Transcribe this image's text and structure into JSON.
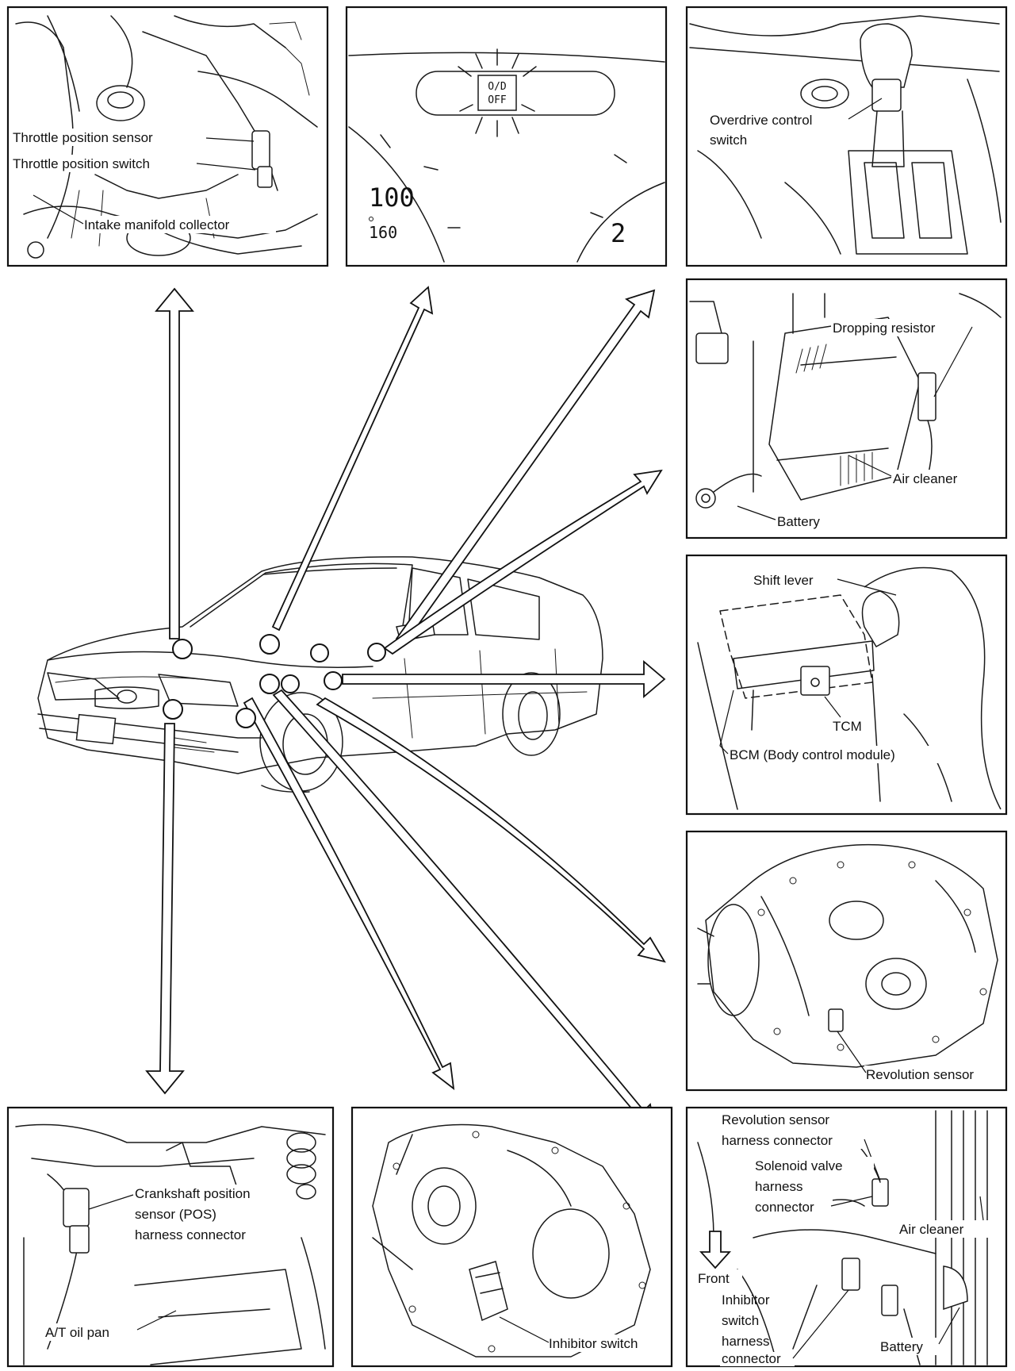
{
  "panels": {
    "engine": {
      "throttle_sensor": "Throttle position sensor",
      "throttle_switch": "Throttle position switch",
      "intake": "Intake manifold collector"
    },
    "meter": {
      "od_line1": "O/D",
      "od_line2": "OFF",
      "speed_100": "100",
      "speed_160": "160",
      "tach_2": "2"
    },
    "shifter": {
      "overdrive_line1": "Overdrive control",
      "overdrive_line2": "switch"
    },
    "battery": {
      "resistor": "Dropping resistor",
      "air_cleaner": "Air cleaner",
      "battery": "Battery"
    },
    "console": {
      "shift_lever": "Shift lever",
      "tcm": "TCM",
      "bcm": "BCM (Body control module)"
    },
    "transaxle": {
      "revolution": "Revolution sensor"
    },
    "crank": {
      "line1": "Crankshaft position",
      "line2": "sensor (POS)",
      "line3": "harness connector",
      "oil_pan": "A/T oil pan"
    },
    "inhibitor": {
      "inhibitor": "Inhibitor switch"
    },
    "harness": {
      "rev1": "Revolution sensor",
      "rev2": "harness connector",
      "sol1": "Solenoid valve",
      "sol2": "harness",
      "sol3": "connector",
      "air_cleaner": "Air cleaner",
      "front": "Front",
      "inh1": "Inhibitor",
      "inh2": "switch",
      "inh3": "harness",
      "inh4": "connector",
      "battery": "Battery"
    }
  }
}
